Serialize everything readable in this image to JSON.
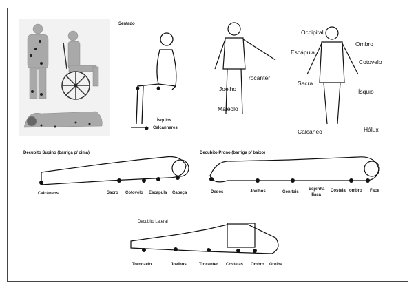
{
  "sentado": {
    "title": "Sentado",
    "points": [
      "Ísquios",
      "Calcanhares"
    ]
  },
  "standing_front": {
    "points": [
      "Joelho",
      "Trocanter",
      "Maléolo"
    ]
  },
  "standing_back": {
    "points": [
      "Occipital",
      "Ombro",
      "Escápula",
      "Cotovelo",
      "Sacra",
      "Ísquio",
      "Calcâneo",
      "Hálux"
    ]
  },
  "supino": {
    "title": "Decubito Supino (barriga p/ cima)",
    "points": [
      "Calcâneos",
      "Sacro",
      "Cotovelo",
      "Escapula",
      "Cabeça"
    ]
  },
  "prono": {
    "title": "Decubito Prono (barriga p/ baixo)",
    "points": [
      "Dedos",
      "Joelhos",
      "Genitais",
      "Espinha",
      "Ilíaca",
      "Costela",
      "ombro",
      "Face"
    ]
  },
  "lateral": {
    "title": "Decubito Lateral",
    "points": [
      "Tornozelo",
      "Joelhos",
      "Trocanter",
      "Costelas",
      "Ombro",
      "Orelha"
    ]
  },
  "colors": {
    "ink": "#111111",
    "figure_gray": "#a9a9a9",
    "border": "#444444"
  }
}
